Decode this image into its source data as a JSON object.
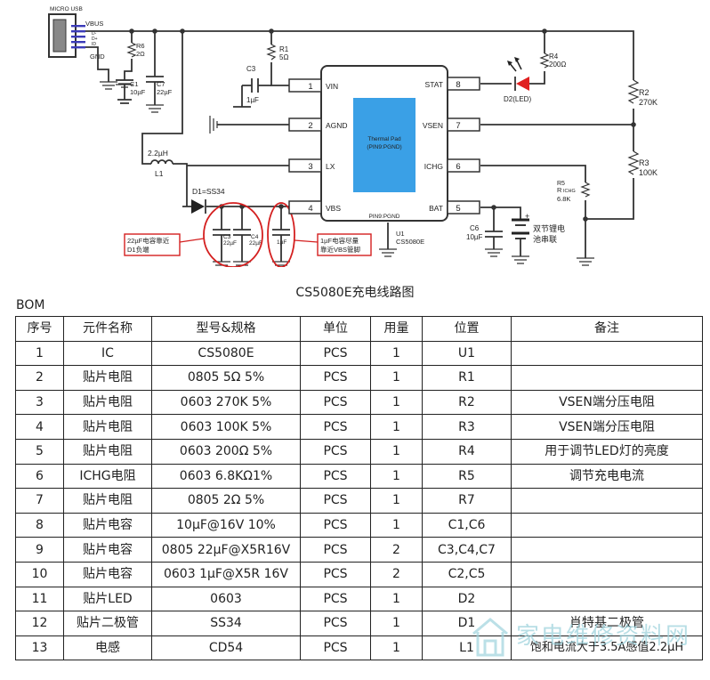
{
  "schematic": {
    "usb": {
      "title": "MICRO USB",
      "pins": [
        "VBUS",
        "D-",
        "D+",
        "ID",
        "GND"
      ]
    },
    "ic": {
      "thermal_pad": [
        "Thermal Pad",
        "(PIN9:PGND)"
      ],
      "pin9": "PIN9:PGND",
      "ref": "U1",
      "part": "CS5080E",
      "left_pins": [
        {
          "num": "1",
          "name": "VIN"
        },
        {
          "num": "2",
          "name": "AGND"
        },
        {
          "num": "3",
          "name": "LX"
        },
        {
          "num": "4",
          "name": "VBS"
        }
      ],
      "right_pins": [
        {
          "num": "8",
          "name": "STAT"
        },
        {
          "num": "7",
          "name": "VSEN"
        },
        {
          "num": "6",
          "name": "ICHG"
        },
        {
          "num": "5",
          "name": "BAT"
        }
      ]
    },
    "components": {
      "r6": [
        "R6",
        "2Ω"
      ],
      "c1": [
        "C1",
        "10µF"
      ],
      "c7": [
        "C7",
        "22µF"
      ],
      "r1": [
        "R1",
        "5Ω"
      ],
      "c3_top": [
        "C3",
        "1µF"
      ],
      "l1": [
        "2.2µH",
        "L1"
      ],
      "d1": "D1=SS34",
      "c3_bot": [
        "C3",
        "22µF"
      ],
      "c4": [
        "C4",
        "22µF"
      ],
      "c_1uf": "1µF",
      "led": "D2(LED)",
      "r4": [
        "R4",
        "200Ω"
      ],
      "r2": [
        "R2",
        "270K"
      ],
      "r3": [
        "R3",
        "100K"
      ],
      "r5": [
        "R5",
        "R",
        "ICHG",
        "6.8K"
      ],
      "c6": [
        "C6",
        "10µF"
      ],
      "battery": [
        "双节锂电",
        "池串联"
      ],
      "plus": "+"
    },
    "notes": [
      [
        "22µF电容靠近",
        "D1负端"
      ],
      [
        "1µF电容尽量",
        "靠近VBS管脚"
      ]
    ]
  },
  "title": "CS5080E充电线路图",
  "bom_label": "BOM",
  "bom": {
    "headers": [
      "序号",
      "元件名称",
      "型号&规格",
      "单位",
      "用量",
      "位置",
      "备注"
    ],
    "rows": [
      [
        "1",
        "IC",
        "CS5080E",
        "PCS",
        "1",
        "U1",
        ""
      ],
      [
        "2",
        "贴片电阻",
        "0805 5Ω  5%",
        "PCS",
        "1",
        "R1",
        ""
      ],
      [
        "3",
        "贴片电阻",
        "0603 270K 5%",
        "PCS",
        "1",
        "R2",
        "VSEN端分压电阻"
      ],
      [
        "4",
        "贴片电阻",
        "0603 100K 5%",
        "PCS",
        "1",
        "R3",
        "VSEN端分压电阻"
      ],
      [
        "5",
        "贴片电阻",
        "0603  200Ω 5%",
        "PCS",
        "1",
        "R4",
        "用于调节LED灯的亮度"
      ],
      [
        "6",
        "ICHG电阻",
        "0603 6.8KΩ1%",
        "PCS",
        "1",
        "R5",
        "调节充电电流"
      ],
      [
        "7",
        "贴片电阻",
        "0805 2Ω  5%",
        "PCS",
        "1",
        "R7",
        ""
      ],
      [
        "8",
        "贴片电容",
        "10µF@16V 10%",
        "PCS",
        "1",
        "C1,C6",
        ""
      ],
      [
        "9",
        "贴片电容",
        "0805 22µF@X5R16V",
        "PCS",
        "2",
        "C3,C4,C7",
        ""
      ],
      [
        "10",
        "贴片电容",
        "0603 1µF@X5R  16V",
        "PCS",
        "2",
        "C2,C5",
        ""
      ],
      [
        "11",
        "贴片LED",
        "0603",
        "PCS",
        "1",
        "D2",
        ""
      ],
      [
        "12",
        "贴片二极管",
        "SS34",
        "PCS",
        "1",
        "D1",
        "肖特基二极管"
      ],
      [
        "13",
        "电感",
        "CD54",
        "PCS",
        "1",
        "L1",
        "饱和电流大于3.5A感值2.2µH"
      ]
    ]
  },
  "watermark": "家电维修资料网",
  "colors": {
    "thermal_pad": "#3aa0e6",
    "led": "#e02020",
    "note_border": "#d42020",
    "watermark": "#9fd3dd"
  }
}
